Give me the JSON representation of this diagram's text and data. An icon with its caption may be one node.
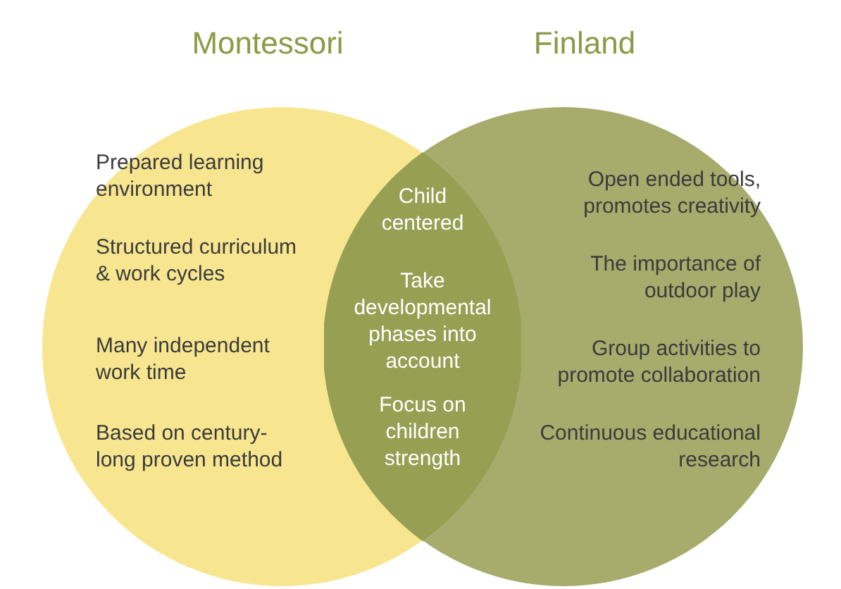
{
  "diagram": {
    "nodes": [
      {
        "text": [
          "Montessori",
          "Prepared learning environment",
          "Structured curriculum & work cycles",
          "Many independent work time",
          "Based on century-long proven method"
        ]
      },
      {
        "text": [
          "Child centered",
          "Take developmental phases into account",
          "Focus on children strength"
        ]
      },
      {
        "text": [
          "Finland",
          "Open ended tools, promotes creativity",
          "The importance of outdoor play",
          "Group activities to promote collaboration",
          "Continuous educational research"
        ]
      }
    ],
    "edges": []
  }
}
